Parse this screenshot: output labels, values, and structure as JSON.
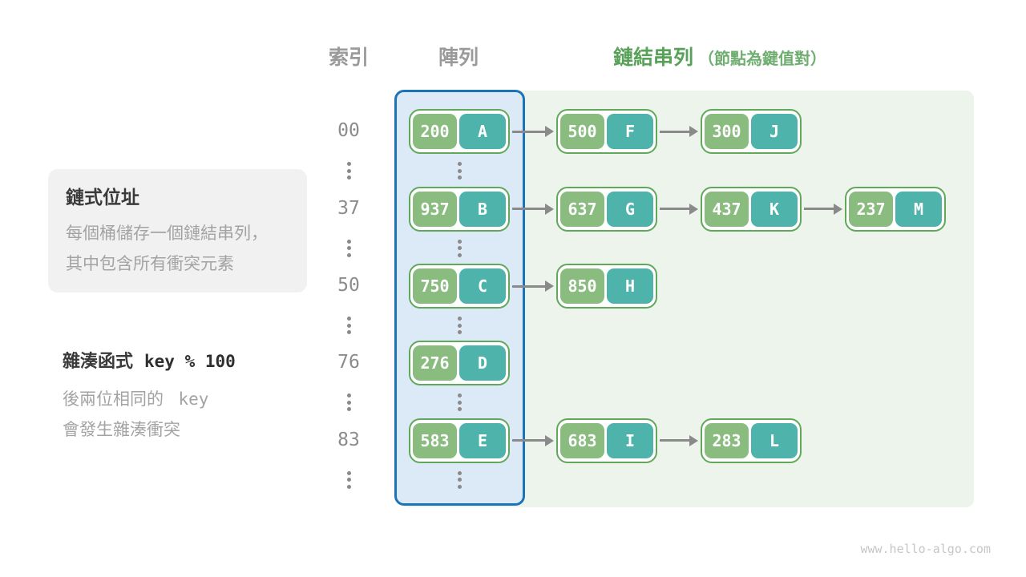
{
  "headers": {
    "index": "索引",
    "array": "陣列",
    "list": "鏈結串列",
    "list_note": "（節點為鍵值對）"
  },
  "info_box": {
    "title": "鏈式位址",
    "lines": [
      "每個桶儲存一個鏈結串列，",
      "其中包含所有衝突元素"
    ]
  },
  "hash_note": {
    "title": "雜湊函式",
    "code": "key % 100",
    "line1_text": "後兩位相同的",
    "line1_code": "key",
    "line2": "會發生雜湊衝突"
  },
  "diagram": {
    "rows": [
      {
        "index": "00",
        "nodes": [
          {
            "key": "200",
            "value": "A"
          },
          {
            "key": "500",
            "value": "F"
          },
          {
            "key": "300",
            "value": "J"
          }
        ]
      },
      {
        "index": "37",
        "nodes": [
          {
            "key": "937",
            "value": "B"
          },
          {
            "key": "637",
            "value": "G"
          },
          {
            "key": "437",
            "value": "K"
          },
          {
            "key": "237",
            "value": "M"
          }
        ]
      },
      {
        "index": "50",
        "nodes": [
          {
            "key": "750",
            "value": "C"
          },
          {
            "key": "850",
            "value": "H"
          }
        ]
      },
      {
        "index": "76",
        "nodes": [
          {
            "key": "276",
            "value": "D"
          }
        ]
      },
      {
        "index": "83",
        "nodes": [
          {
            "key": "583",
            "value": "E"
          },
          {
            "key": "683",
            "value": "I"
          },
          {
            "key": "283",
            "value": "L"
          }
        ]
      }
    ]
  },
  "colors": {
    "key_cell": "#8abc80",
    "value_cell": "#4eb3aa",
    "node_border": "#61a85b",
    "array_fill": "#dce9f6",
    "array_border": "#1c74b8",
    "list_panel": "#edf4eb",
    "header_gray": "#9a9a9a",
    "header_green": "#58a158",
    "text_dark": "#3a3a3a",
    "text_gray": "#a3a3a3",
    "arrow_gray": "#8a8a8a",
    "info_box_bg": "#f1f1f1"
  },
  "footer": "www.hello-algo.com"
}
